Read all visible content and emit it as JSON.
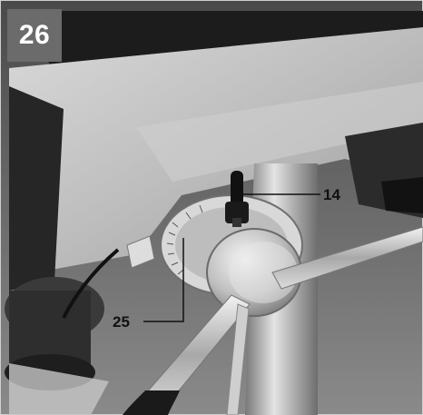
{
  "figure": {
    "number": "26"
  },
  "callouts": [
    {
      "label": "14"
    },
    {
      "label": "25"
    }
  ],
  "colors": {
    "badge_bg": "#6b6b6b",
    "badge_text": "#ffffff",
    "label_text": "#111111"
  }
}
